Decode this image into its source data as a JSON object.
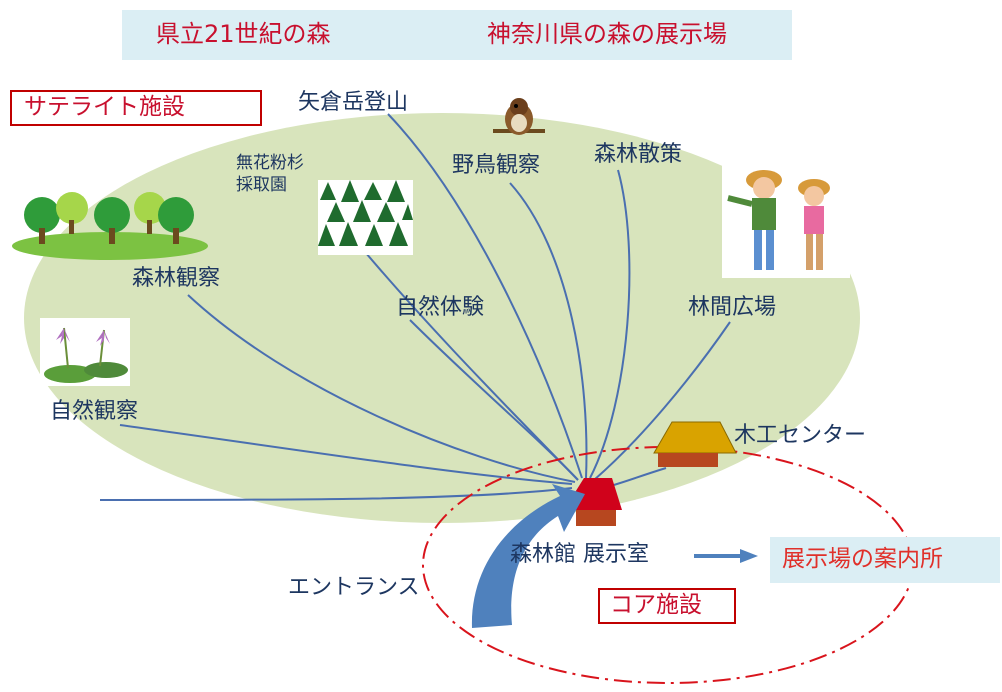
{
  "banner": {
    "from": "県立21世紀の森",
    "to": "神奈川県の森の展示場"
  },
  "sections": {
    "satellite": "サテライト施設",
    "core": "コア施設"
  },
  "destinations": {
    "yagura": "矢倉岳登山",
    "bird": "野鳥観察",
    "walk": "森林散策",
    "seed_line1": "無花粉杉",
    "seed_line2": "採取園",
    "forest_obs": "森林観察",
    "nature_exp": "自然体験",
    "clearing": "林間広場",
    "nature_obs": "自然観察",
    "woodwork": "木工センター"
  },
  "hub": "森林館 展示室",
  "entrance": "エントランス",
  "info": "展示場の案内所",
  "colors": {
    "ellipse": "#d8e4bc",
    "line": "#4a6fb0",
    "arrow": "#4f81bd",
    "red": "#c8102e",
    "banner_bg": "#dbeef4",
    "text": "#1d3660"
  },
  "icons": [
    "trees-icon",
    "cedar-forest-icon",
    "sparrow-icon",
    "hikers-icon",
    "dogtooth-violet-icon",
    "workshop-roof-icon",
    "forest-hall-icon"
  ]
}
